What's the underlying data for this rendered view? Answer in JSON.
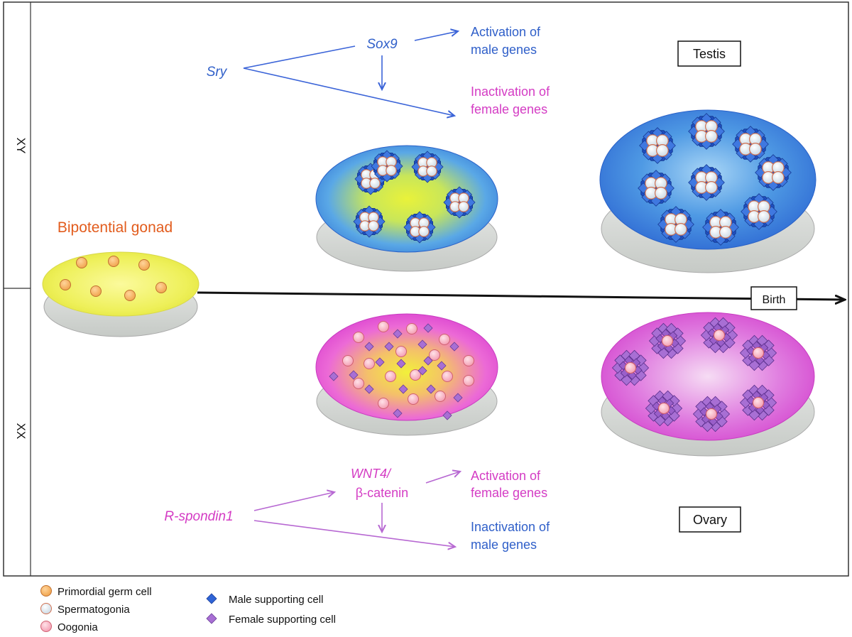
{
  "side_labels": {
    "top": "XY",
    "bottom": "XX"
  },
  "colors": {
    "male_blue": "#2f5fc9",
    "male_arrow": "#3b64d8",
    "female_pink": "#d43cc4",
    "female_arrow": "#b768d2",
    "bipotential_orange": "#e25c1d"
  },
  "xy_pathway": {
    "gene_a": "Sry",
    "gene_b": "Sox9",
    "activation_line1": "Activation of",
    "activation_line2": "male genes",
    "inactivation_line1": "Inactivation of",
    "inactivation_line2": "female genes"
  },
  "xx_pathway": {
    "gene_a": "R-spondin1",
    "gene_b_line1": "WNT4/",
    "gene_b_line2": "β-catenin",
    "activation_line1": "Activation of",
    "activation_line2": "female genes",
    "inactivation_line1": "Inactivation of",
    "inactivation_line2": "male genes"
  },
  "bipotential_label": "Bipotential gonad",
  "boxes": {
    "testis": "Testis",
    "ovary": "Ovary",
    "birth": "Birth"
  },
  "legend": {
    "primordial": "Primordial germ cell",
    "spermatogonia": "Spermatogonia",
    "oogonia": "Oogonia",
    "male_support": "Male supporting cell",
    "female_support": "Female supporting cell"
  }
}
